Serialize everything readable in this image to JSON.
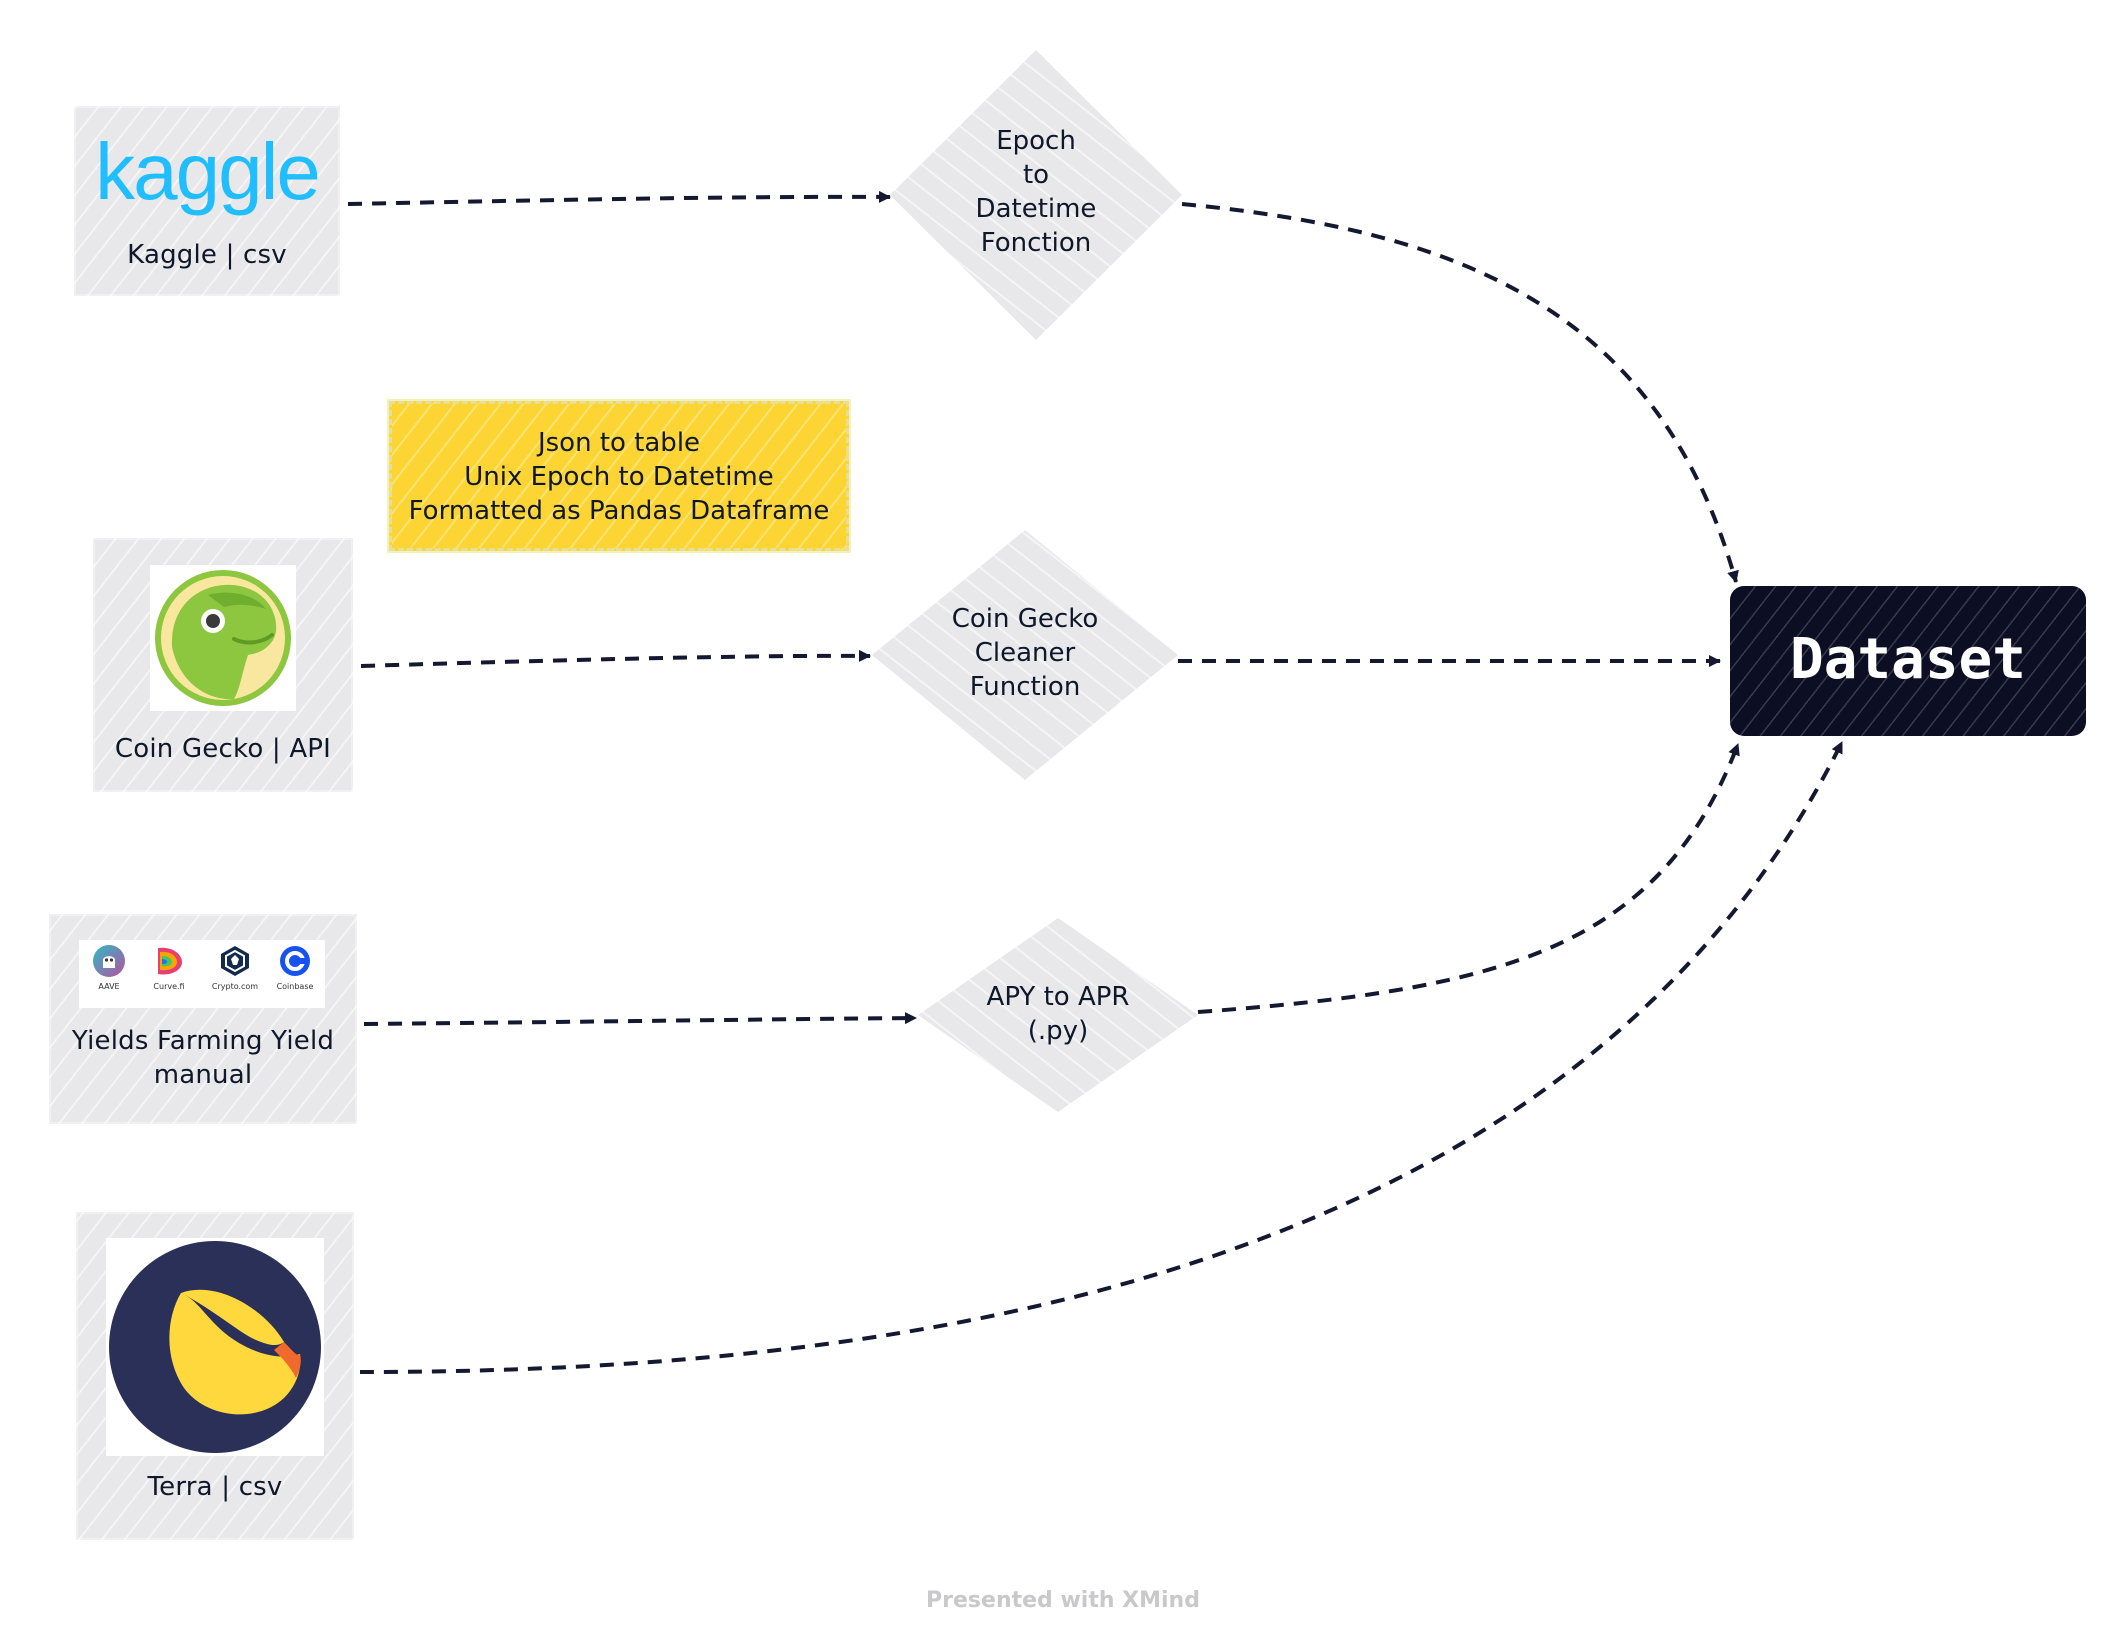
{
  "sources": {
    "kaggle": {
      "logo_text": "kaggle",
      "label": "Kaggle | csv"
    },
    "coingecko": {
      "label": "Coin Gecko | API"
    },
    "yields": {
      "label": "Yields Farming Yield\nmanual",
      "logos": [
        {
          "icon": "aave-icon",
          "caption": "AAVE",
          "color": "#9a7ad8"
        },
        {
          "icon": "curve-icon",
          "caption": "Curve.fi",
          "color": "#e73f6f"
        },
        {
          "icon": "cryptocom-icon",
          "caption": "Crypto.com",
          "color": "#122a4c"
        },
        {
          "icon": "coinbase-icon",
          "caption": "Coinbase",
          "color": "#1652f0"
        }
      ]
    },
    "terra": {
      "label": "Terra | csv"
    }
  },
  "transforms": {
    "epoch": {
      "label": "Epoch\nto\nDatetime\nFonction"
    },
    "coingecko_cleaner": {
      "label": "Coin Gecko\nCleaner\nFunction"
    },
    "apy": {
      "label": "APY to APR\n(.py)"
    }
  },
  "note": {
    "lines": [
      "Json to table",
      "Unix Epoch to Datetime",
      "Formatted as Pandas Dataframe"
    ]
  },
  "dataset": {
    "label": "Dataset"
  },
  "footer": {
    "text": "Presented with XMind"
  },
  "colors": {
    "connector": "#141830",
    "note": "#fcd535",
    "dataset": "#0c0f24",
    "kaggle_blue": "#20beff",
    "gecko_green": "#8dc63f",
    "terra_navy": "#2b3058",
    "terra_yellow": "#ffd83d",
    "terra_orange": "#f2692d"
  }
}
